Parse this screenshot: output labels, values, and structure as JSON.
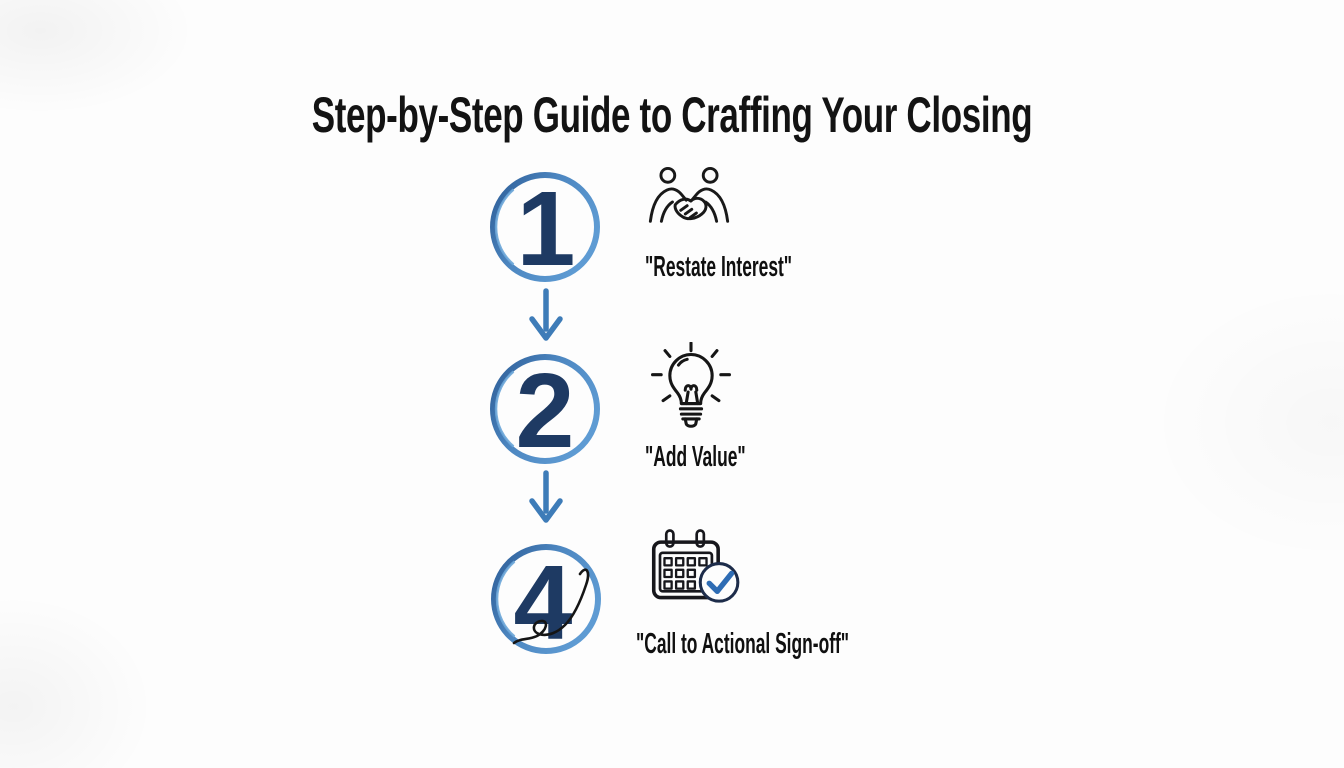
{
  "title": "Step-by-Step Guide to Craffing Your Closing",
  "colors": {
    "circle_stroke_dark": "#2c5c96",
    "circle_stroke_mid": "#4d87c1",
    "circle_stroke_light": "#6fa8dc",
    "number_navy": "#1e3a63",
    "arrow_blue": "#3e7cb8",
    "icon_ink": "#191919",
    "check_circle_navy": "#1d2c4a",
    "check_blue": "#2e6cb4",
    "text_ink": "#101010",
    "background": "#fdfdfd"
  },
  "steps": [
    {
      "number": "1",
      "icon": "handshake-icon",
      "label": "\"Restate Interest\""
    },
    {
      "number": "2",
      "icon": "lightbulb-icon",
      "label": "\"Add Value\""
    },
    {
      "number": "4",
      "icon": "calendar-check-icon",
      "label": "\"Call to Actional Sign-off\"",
      "decoration": "cursive-scribble-overlay"
    }
  ],
  "connectors": [
    {
      "type": "down-arrow"
    },
    {
      "type": "down-arrow"
    }
  ]
}
